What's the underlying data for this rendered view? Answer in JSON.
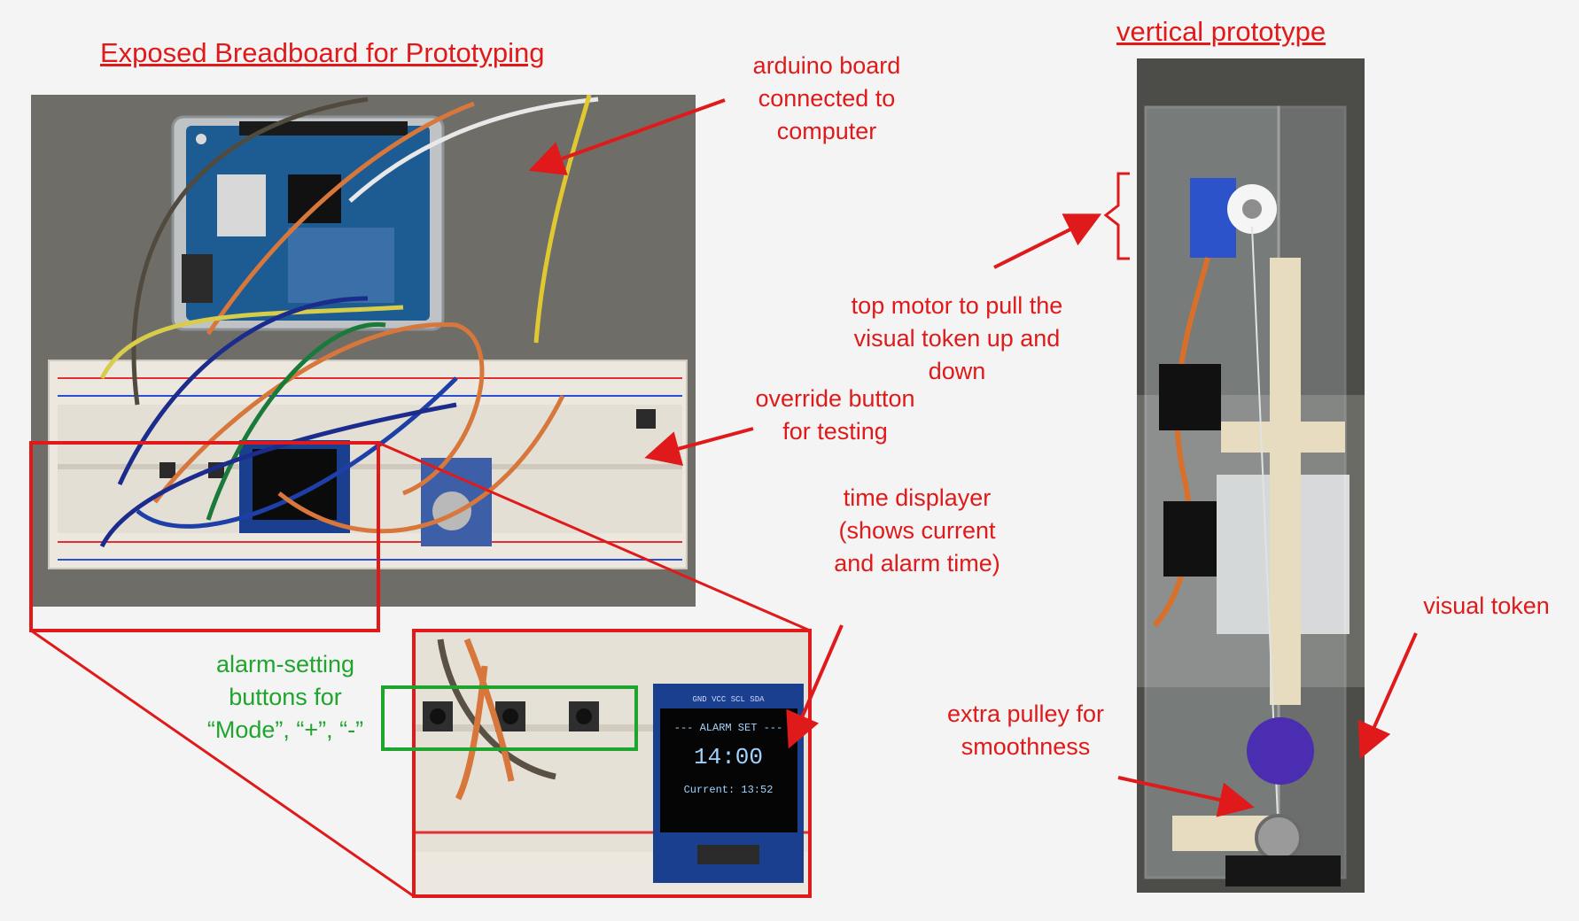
{
  "titles": {
    "left": "Exposed Breadboard for Prototyping",
    "right": "vertical prototype"
  },
  "labels": {
    "arduino": "arduino board connected to computer",
    "override": "override button for testing",
    "time_display": "time displayer (shows current and alarm time)",
    "alarm_buttons": "alarm-setting buttons for “Mode”, “+”, “-”",
    "top_motor": "top motor to pull the visual token up and down",
    "visual_token": "visual token",
    "pulley": "extra pulley for smoothness"
  },
  "oled": {
    "header": "--- ALARM SET ---",
    "alarm_time": "14:00",
    "current": "Current: 13:52",
    "pins": "GND VCC SCL SDA"
  },
  "colors": {
    "annotation_red": "#e01a1a",
    "annotation_green": "#1fa52e"
  }
}
